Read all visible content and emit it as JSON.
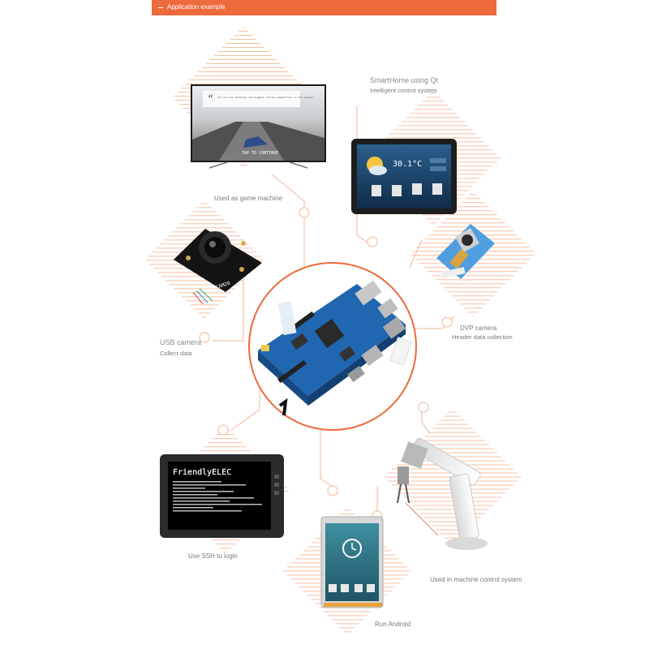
{
  "header": {
    "title": "Application example"
  },
  "captions": {
    "game_machine": "Used as game machine",
    "smarthome_title": "SmartHome using Qt",
    "smarthome_sub": "Intelligent control system",
    "usb_camera_title": "USB camera",
    "usb_camera_sub": "Collect data",
    "dvp_camera_title": "DVP camera",
    "dvp_camera_sub": "Header data collection",
    "ssh_login": "Use SSH to login",
    "machine_control": "Used in machine control system",
    "run_android": "Run Android"
  },
  "screens": {
    "tv_quote": "You are now entering the biggest racing competition on the planet!",
    "tv_prompt": "TAP TO CONTINUE",
    "tablet_temp": "30.1°C",
    "camera_label": "FA-CAM20",
    "terminal_logo": "FriendlyELEC"
  },
  "colors": {
    "accent": "#ec6a3b",
    "line": "#f0b08e",
    "hatch": "#f3a57a"
  }
}
